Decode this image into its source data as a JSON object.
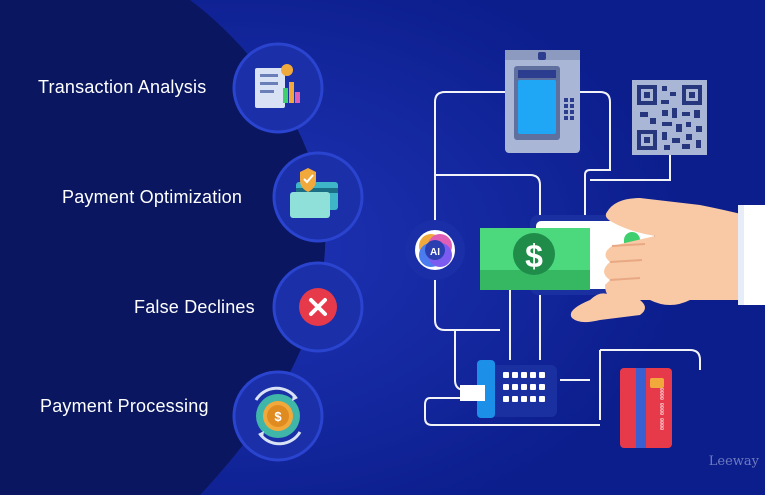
{
  "features": [
    {
      "label": "Transaction Analysis",
      "icon": "transaction-analysis-icon"
    },
    {
      "label": "Payment Optimization",
      "icon": "payment-optimization-icon"
    },
    {
      "label": "False Declines",
      "icon": "false-declines-icon"
    },
    {
      "label": "Payment Processing",
      "icon": "payment-processing-icon"
    }
  ],
  "ai_badge": "AI",
  "currency_symbol": "$",
  "card_text": "0000 0000 0000",
  "watermark": "Leeway",
  "colors": {
    "background": "#0c1e8c",
    "panel": "#0a1760",
    "accent_green": "#3fcf6e",
    "accent_red": "#e63a4a",
    "skin": "#f9c9a5"
  }
}
